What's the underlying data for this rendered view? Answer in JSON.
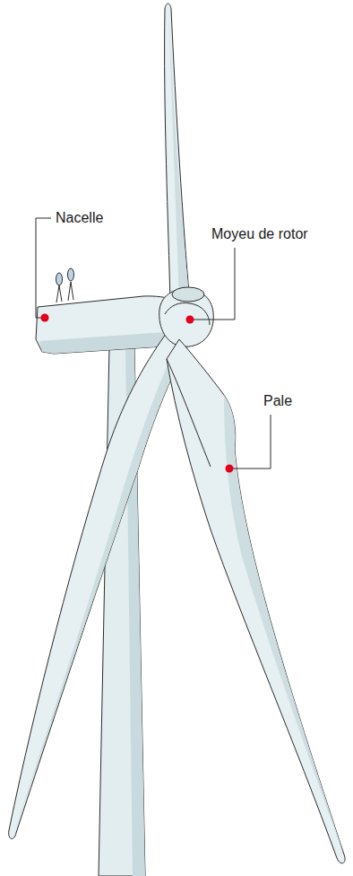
{
  "diagram": {
    "labels": [
      "Nacelle",
      "Moyeu de rotor",
      "Pale"
    ]
  }
}
